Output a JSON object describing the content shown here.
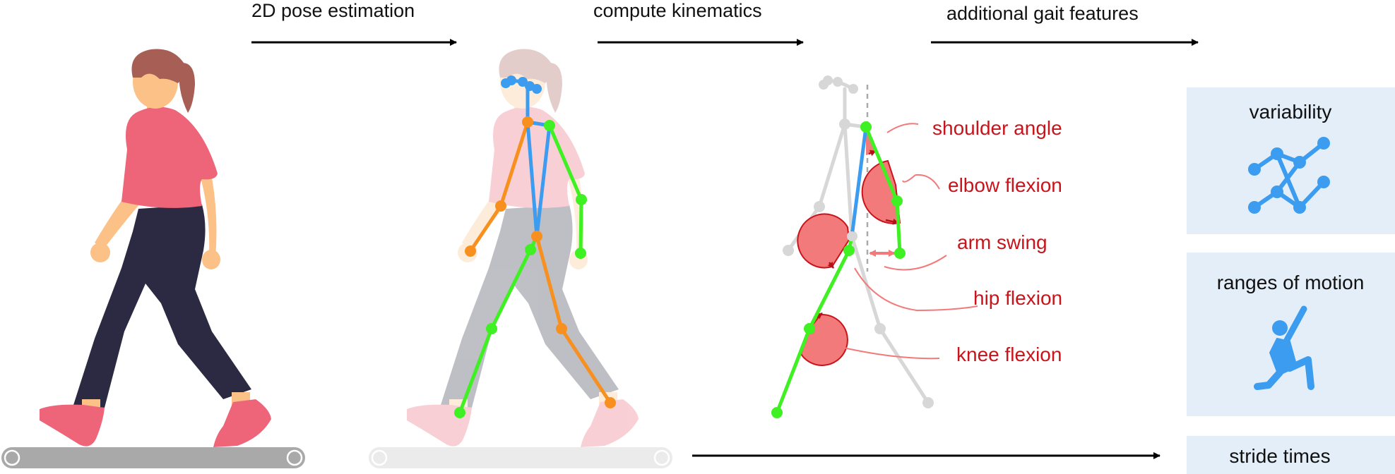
{
  "stages": {
    "pose": "2D pose estimation",
    "kinematics": "compute kinematics",
    "gait": "additional gait features"
  },
  "kinematics_labels": {
    "shoulder": "shoulder angle",
    "elbow": "elbow flexion",
    "arm_swing": "arm swing",
    "hip": "hip flexion",
    "knee": "knee flexion"
  },
  "features": {
    "variability": "variability",
    "ranges": "ranges of motion",
    "stride": "stride times"
  },
  "icons": {
    "variability": "network-icon",
    "ranges": "stretching-person-icon"
  },
  "colors": {
    "shirt": "#ee6479",
    "skin": "#fcc187",
    "hair": "#a65e55",
    "pants": "#2c2a42",
    "skeleton_blue": "#3b9cf0",
    "skeleton_orange": "#f7901e",
    "skeleton_green": "#3ff022",
    "angle_red": "#c8141a",
    "feature_box": "#e3eef8"
  }
}
